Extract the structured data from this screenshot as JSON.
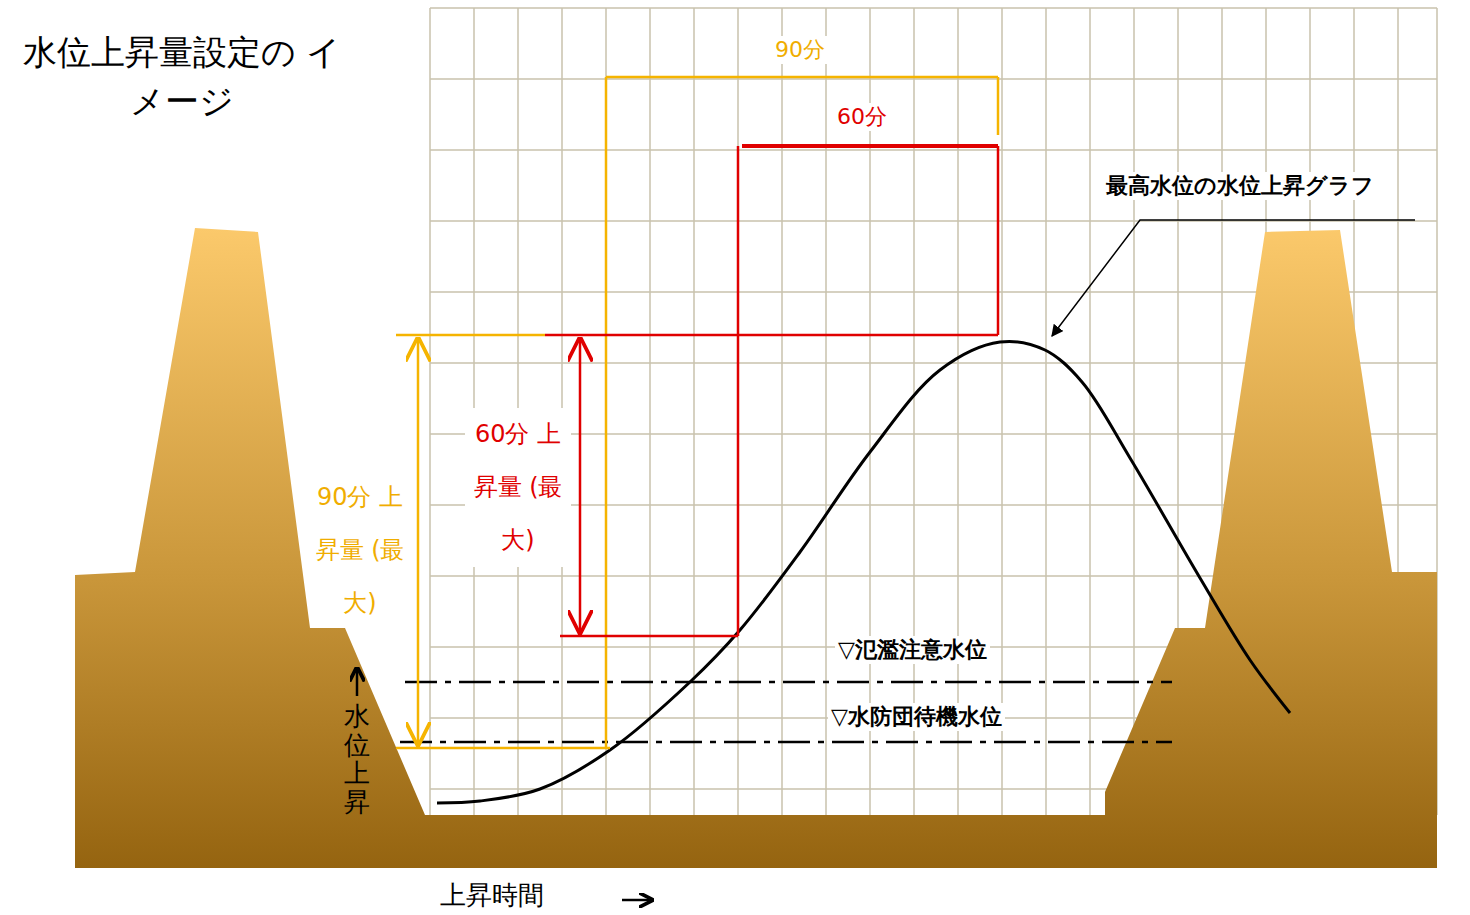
{
  "diagram": {
    "title": "水位上昇量設定の イメージ",
    "labels": [
      "90分",
      "60分",
      "最高水位の水位上昇グラフ",
      "60分 上昇量 (最大)",
      "90分 上昇量 (最大)",
      "▽氾濫注意水位",
      "▽水防団待機水位",
      "水位上昇",
      "上昇時間"
    ]
  }
}
